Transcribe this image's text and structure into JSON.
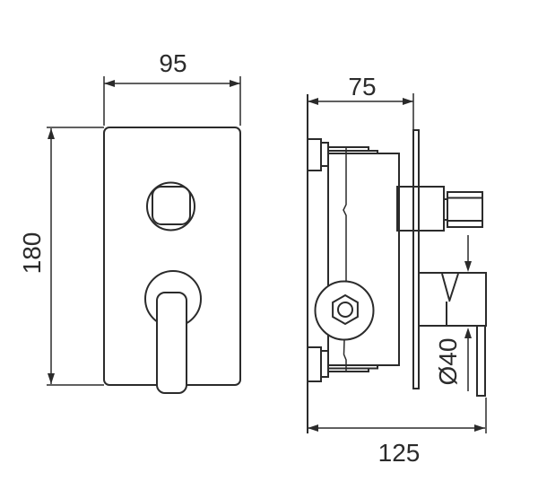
{
  "diagram": {
    "ink_color": "#2b2b2b",
    "background_color": "#ffffff",
    "dimensions": {
      "front_width": "95",
      "front_height": "180",
      "side_depth": "75",
      "side_total_depth": "125",
      "handle_diameter": "Ø40"
    }
  }
}
